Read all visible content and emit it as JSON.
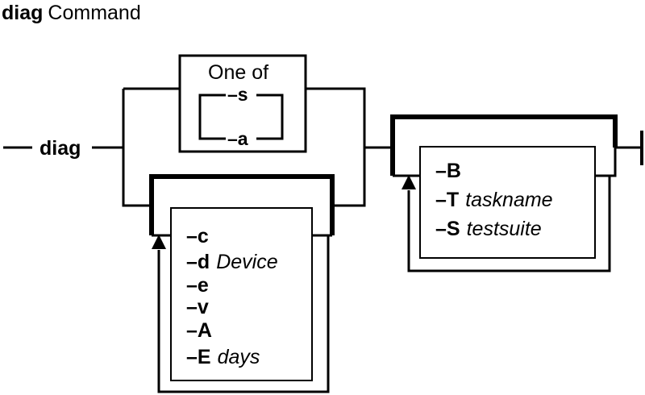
{
  "title": {
    "command": "diag",
    "suffix": "Command"
  },
  "start_marker": "—",
  "command_keyword": "diag",
  "one_of_group": {
    "heading": "One of",
    "options": [
      {
        "flag": "–s"
      },
      {
        "flag": "–a"
      }
    ]
  },
  "repeat_group_1": {
    "options": [
      {
        "flag": "–c",
        "arg": ""
      },
      {
        "flag": "–d",
        "arg": "Device"
      },
      {
        "flag": "–e",
        "arg": ""
      },
      {
        "flag": "–v",
        "arg": ""
      },
      {
        "flag": "–A",
        "arg": ""
      },
      {
        "flag": "–E",
        "arg": "days"
      }
    ]
  },
  "repeat_group_2": {
    "options": [
      {
        "flag": "–B",
        "arg": ""
      },
      {
        "flag": "–T",
        "arg": "taskname"
      },
      {
        "flag": "–S",
        "arg": "testsuite"
      }
    ]
  }
}
